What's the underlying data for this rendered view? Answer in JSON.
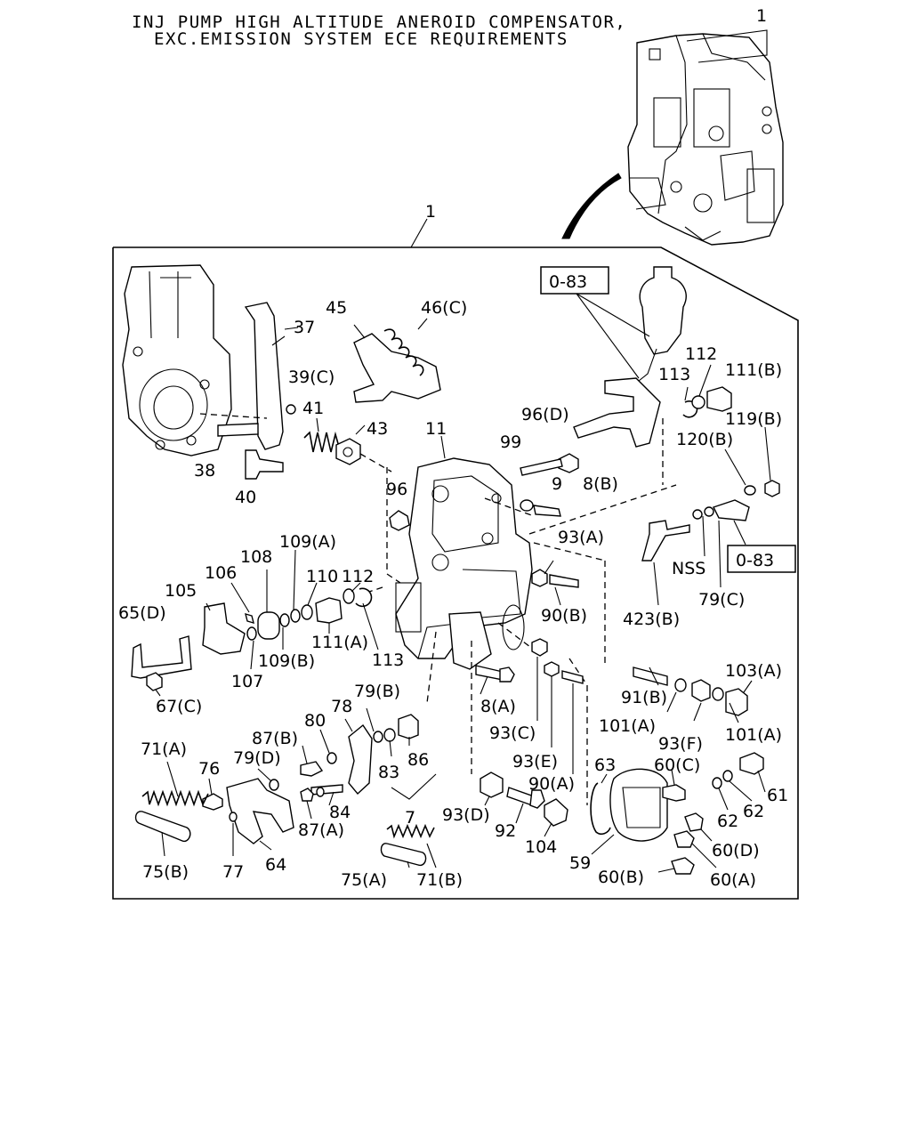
{
  "header": {
    "title_line1": "INJ PUMP HIGH ALTITUDE ANEROID COMPENSATOR,",
    "title_line2": "EXC.EMISSION SYSTEM ECE REQUIREMENTS"
  },
  "references": [
    {
      "id": "ref1",
      "text": "0-83"
    },
    {
      "id": "ref2",
      "text": "0-83"
    }
  ],
  "callouts": [
    {
      "id": "c-1-top",
      "text": "1"
    },
    {
      "id": "c-1-main",
      "text": "1"
    },
    {
      "id": "c-37",
      "text": "37"
    },
    {
      "id": "c-45",
      "text": "45"
    },
    {
      "id": "c-46c",
      "text": "46(C)"
    },
    {
      "id": "c-39c",
      "text": "39(C)"
    },
    {
      "id": "c-41",
      "text": "41"
    },
    {
      "id": "c-43",
      "text": "43"
    },
    {
      "id": "c-38",
      "text": "38"
    },
    {
      "id": "c-40",
      "text": "40"
    },
    {
      "id": "c-11",
      "text": "11"
    },
    {
      "id": "c-96d",
      "text": "96(D)"
    },
    {
      "id": "c-99",
      "text": "99"
    },
    {
      "id": "c-96",
      "text": "96"
    },
    {
      "id": "c-9",
      "text": "9"
    },
    {
      "id": "c-8b",
      "text": "8(B)"
    },
    {
      "id": "c-112a",
      "text": "112"
    },
    {
      "id": "c-113a",
      "text": "113"
    },
    {
      "id": "c-111b",
      "text": "111(B)"
    },
    {
      "id": "c-119b",
      "text": "119(B)"
    },
    {
      "id": "c-120b",
      "text": "120(B)"
    },
    {
      "id": "c-93a",
      "text": "93(A)"
    },
    {
      "id": "c-nss",
      "text": "NSS"
    },
    {
      "id": "c-79c",
      "text": "79(C)"
    },
    {
      "id": "c-423b",
      "text": "423(B)"
    },
    {
      "id": "c-90b",
      "text": "90(B)"
    },
    {
      "id": "c-109a",
      "text": "109(A)"
    },
    {
      "id": "c-108",
      "text": "108"
    },
    {
      "id": "c-106",
      "text": "106"
    },
    {
      "id": "c-110",
      "text": "110"
    },
    {
      "id": "c-112b",
      "text": "112"
    },
    {
      "id": "c-105",
      "text": "105"
    },
    {
      "id": "c-65d",
      "text": "65(D)"
    },
    {
      "id": "c-111a",
      "text": "111(A)"
    },
    {
      "id": "c-109b",
      "text": "109(B)"
    },
    {
      "id": "c-113b",
      "text": "113"
    },
    {
      "id": "c-107",
      "text": "107"
    },
    {
      "id": "c-67c",
      "text": "67(C)"
    },
    {
      "id": "c-8a",
      "text": "8(A)"
    },
    {
      "id": "c-103a",
      "text": "103(A)"
    },
    {
      "id": "c-91b",
      "text": "91(B)"
    },
    {
      "id": "c-101a1",
      "text": "101(A)"
    },
    {
      "id": "c-93f",
      "text": "93(F)"
    },
    {
      "id": "c-101a2",
      "text": "101(A)"
    },
    {
      "id": "c-93c",
      "text": "93(C)"
    },
    {
      "id": "c-79b",
      "text": "79(B)"
    },
    {
      "id": "c-78",
      "text": "78"
    },
    {
      "id": "c-80",
      "text": "80"
    },
    {
      "id": "c-87b",
      "text": "87(B)"
    },
    {
      "id": "c-79d",
      "text": "79(D)"
    },
    {
      "id": "c-71a",
      "text": "71(A)"
    },
    {
      "id": "c-76",
      "text": "76"
    },
    {
      "id": "c-83",
      "text": "83"
    },
    {
      "id": "c-86",
      "text": "86"
    },
    {
      "id": "c-93e",
      "text": "93(E)"
    },
    {
      "id": "c-90a",
      "text": "90(A)"
    },
    {
      "id": "c-63",
      "text": "63"
    },
    {
      "id": "c-60c",
      "text": "60(C)"
    },
    {
      "id": "c-61",
      "text": "61"
    },
    {
      "id": "c-62a",
      "text": "62"
    },
    {
      "id": "c-62b",
      "text": "62"
    },
    {
      "id": "c-84",
      "text": "84"
    },
    {
      "id": "c-87a",
      "text": "87(A)"
    },
    {
      "id": "c-7",
      "text": "7"
    },
    {
      "id": "c-93d",
      "text": "93(D)"
    },
    {
      "id": "c-92",
      "text": "92"
    },
    {
      "id": "c-104",
      "text": "104"
    },
    {
      "id": "c-60d",
      "text": "60(D)"
    },
    {
      "id": "c-59",
      "text": "59"
    },
    {
      "id": "c-75b",
      "text": "75(B)"
    },
    {
      "id": "c-77",
      "text": "77"
    },
    {
      "id": "c-64",
      "text": "64"
    },
    {
      "id": "c-75a",
      "text": "75(A)"
    },
    {
      "id": "c-71b",
      "text": "71(B)"
    },
    {
      "id": "c-60b",
      "text": "60(B)"
    },
    {
      "id": "c-60a",
      "text": "60(A)"
    }
  ]
}
